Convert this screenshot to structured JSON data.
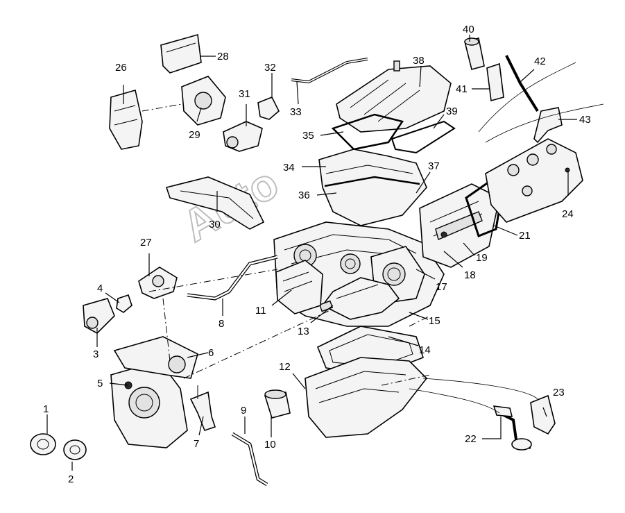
{
  "callouts": [
    {
      "id": "1",
      "text": "1"
    },
    {
      "id": "2",
      "text": "2"
    },
    {
      "id": "3",
      "text": "3"
    },
    {
      "id": "4",
      "text": "4"
    },
    {
      "id": "5",
      "text": "5"
    },
    {
      "id": "6",
      "text": "6"
    },
    {
      "id": "7",
      "text": "7"
    },
    {
      "id": "8",
      "text": "8"
    },
    {
      "id": "9",
      "text": "9"
    },
    {
      "id": "10",
      "text": "10"
    },
    {
      "id": "11",
      "text": "11"
    },
    {
      "id": "12",
      "text": "12"
    },
    {
      "id": "13",
      "text": "13"
    },
    {
      "id": "14",
      "text": "14"
    },
    {
      "id": "15",
      "text": "15"
    },
    {
      "id": "17",
      "text": "17"
    },
    {
      "id": "18",
      "text": "18"
    },
    {
      "id": "19",
      "text": "19"
    },
    {
      "id": "21",
      "text": "21"
    },
    {
      "id": "22",
      "text": "22"
    },
    {
      "id": "23",
      "text": "23"
    },
    {
      "id": "24",
      "text": "24"
    },
    {
      "id": "26",
      "text": "26"
    },
    {
      "id": "27",
      "text": "27"
    },
    {
      "id": "28",
      "text": "28"
    },
    {
      "id": "29",
      "text": "29"
    },
    {
      "id": "30",
      "text": "30"
    },
    {
      "id": "31",
      "text": "31"
    },
    {
      "id": "32",
      "text": "32"
    },
    {
      "id": "33",
      "text": "33"
    },
    {
      "id": "34",
      "text": "34"
    },
    {
      "id": "35",
      "text": "35"
    },
    {
      "id": "36",
      "text": "36"
    },
    {
      "id": "37",
      "text": "37"
    },
    {
      "id": "38",
      "text": "38"
    },
    {
      "id": "39",
      "text": "39"
    },
    {
      "id": "40",
      "text": "40"
    },
    {
      "id": "41",
      "text": "41"
    },
    {
      "id": "42",
      "text": "42"
    },
    {
      "id": "43",
      "text": "43"
    }
  ],
  "watermark": "Auto"
}
